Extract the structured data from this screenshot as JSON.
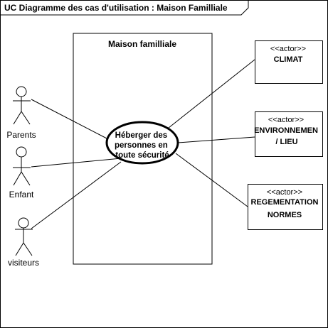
{
  "frame": {
    "title": "UC Diagramme des cas d'utilisation : Maison Familliale"
  },
  "system": {
    "name": "Maison familliale"
  },
  "use_case": {
    "lines": [
      "Héberger des",
      "personnes en",
      "toute sécurité"
    ]
  },
  "actors": [
    {
      "id": "parents",
      "label": "Parents"
    },
    {
      "id": "enfant",
      "label": "Enfant"
    },
    {
      "id": "visiteurs",
      "label": "visiteurs"
    }
  ],
  "external_actors": [
    {
      "id": "climat",
      "stereotype": "<<actor>>",
      "lines": [
        "CLIMAT"
      ]
    },
    {
      "id": "environnement",
      "stereotype": "<<actor>>",
      "lines": [
        "ENVIRONNEMEN",
        "/ LIEU"
      ]
    },
    {
      "id": "regementation",
      "stereotype": "<<actor>>",
      "lines": [
        "REGEMENTATION",
        "NORMES"
      ]
    }
  ]
}
